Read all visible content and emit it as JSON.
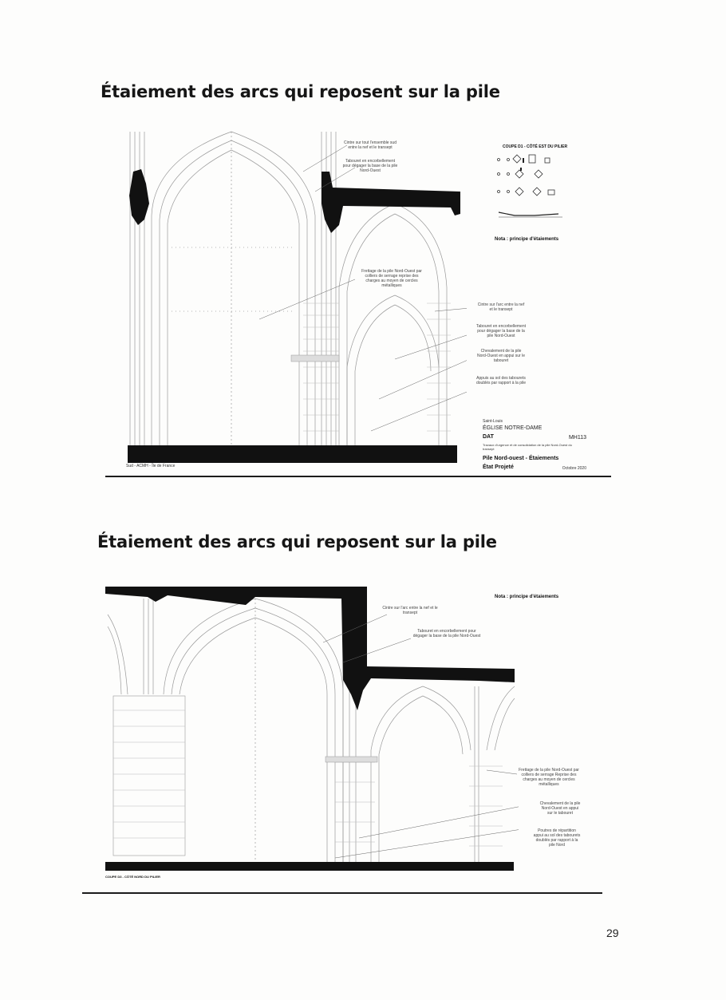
{
  "page": {
    "number": "29"
  },
  "section1": {
    "title": "Étaiement des arcs qui reposent sur la pile",
    "inset_title": "COUPE D1 - CÔTÉ EST DU PILIER",
    "nota": "Nota : principe d'étaiements",
    "annotations": [
      "Cintre sur tout l'ensemble sud entre la nef et le transept",
      "Tabouret en encorbellement pour dégager la base de la pile Nord-Ouest",
      "Frettage de la pile Nord-Ouest par colliers de serrage reprise des charges au moyen de cercles métalliques",
      "Cintre sur l'arc entre la nef et le transept",
      "Tabouret en encorbellement pour dégager la base de la pile Nord-Ouest",
      "Chevalement de la pile Nord-Ouest en appui sur le tabouret",
      "Appuis au sol des tabourets doublés par rapport à la pile"
    ],
    "credit": "Sud - ACMH - Île de France",
    "cartouche": {
      "city": "Saint-Louis",
      "church": "ÉGLISE NOTRE-DAME",
      "phase": "DAT",
      "code": "MH113",
      "subtitle": "Travaux d'urgence et de consolidation de la pile Nord-Ouest du transept",
      "sheet": "Pile Nord-ouest - Étaiements",
      "state": "État Projeté",
      "date": "Octobre 2020"
    }
  },
  "section2": {
    "title": "Étaiement des arcs qui reposent sur la pile",
    "nota": "Nota : principe d'étaiements",
    "caption": "COUPE D3 - CÔTÉ NORD DU PILIER",
    "annotations": [
      "Cintre sur l'arc entre la nef et le transept",
      "Tabouret en encorbellement pour dégager la base de la pile Nord-Ouest",
      "Frettage de la pile Nord-Ouest par colliers de serrage Reprise des charges au moyen de cercles métalliques",
      "Chevalement de la pile Nord-Ouest en appui sur le tabouret",
      "Poutres de répartition appui au sol des tabourets doublés par rapport à la pile Nord"
    ]
  }
}
